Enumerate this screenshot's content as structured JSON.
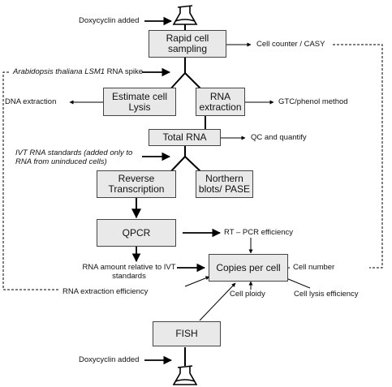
{
  "boxes": {
    "rapid_sampling": "Rapid cell sampling",
    "estimate_lysis": "Estimate cell Lysis",
    "rna_extraction": "RNA extraction",
    "total_rna": "Total RNA",
    "reverse_transcription": "Reverse Transcription",
    "northern_blots": "Northern blots/ PASE",
    "qpcr": "QPCR",
    "copies_per_cell": "Copies per cell",
    "fish": "FISH"
  },
  "labels": {
    "doxy_top": "Doxycyclin added",
    "doxy_bottom": "Doxycyclin added",
    "cell_counter": "Cell counter / CASY",
    "spike_prefix": "Arabidopsis thaliana LSM1",
    "spike_suffix": " RNA spike",
    "dna_extraction": "DNA extraction",
    "gtc_phenol": "GTC/phenol method",
    "qc_quantify": "QC and quantify",
    "ivt_standards_l1": "IVT RNA standards (added only to",
    "ivt_standards_l2": "RNA from uninduced cells)",
    "rt_pcr_eff": "RT – PCR efficiency",
    "rna_relative_l1": "RNA amount relative to IVT",
    "rna_relative_l2": "standards",
    "cell_number": "Cell number",
    "rna_extraction_eff": "RNA extraction efficiency",
    "cell_ploidy": "Cell ploidy",
    "cell_lysis_eff": "Cell lysis efficiency"
  },
  "icons": {
    "flask": "flask-icon"
  }
}
